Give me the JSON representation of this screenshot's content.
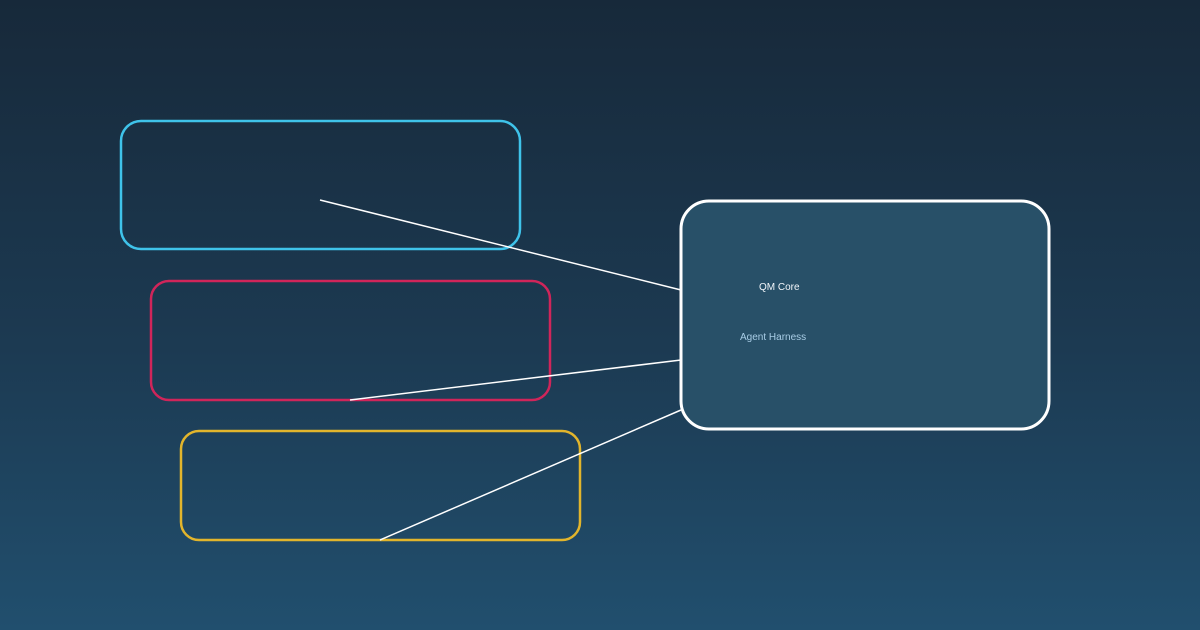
{
  "colors": {
    "background_top": "#17293a",
    "background_bottom": "#214f6e",
    "box_cyan": "#3fc3ea",
    "box_magenta": "#d0255a",
    "box_yellow": "#e2b52c",
    "core_border": "#ffffff",
    "core_fill": "#285068",
    "connector": "#ffffff",
    "core_text": "#f2f6fa",
    "harness_text": "#a9cde6"
  },
  "diagram": {
    "core": {
      "title": "QM Core",
      "subtitle": "Agent Harness"
    },
    "inputs": [
      {
        "id": "input-1",
        "color": "cyan",
        "label": ""
      },
      {
        "id": "input-2",
        "color": "magenta",
        "label": ""
      },
      {
        "id": "input-3",
        "color": "yellow",
        "label": ""
      }
    ]
  }
}
